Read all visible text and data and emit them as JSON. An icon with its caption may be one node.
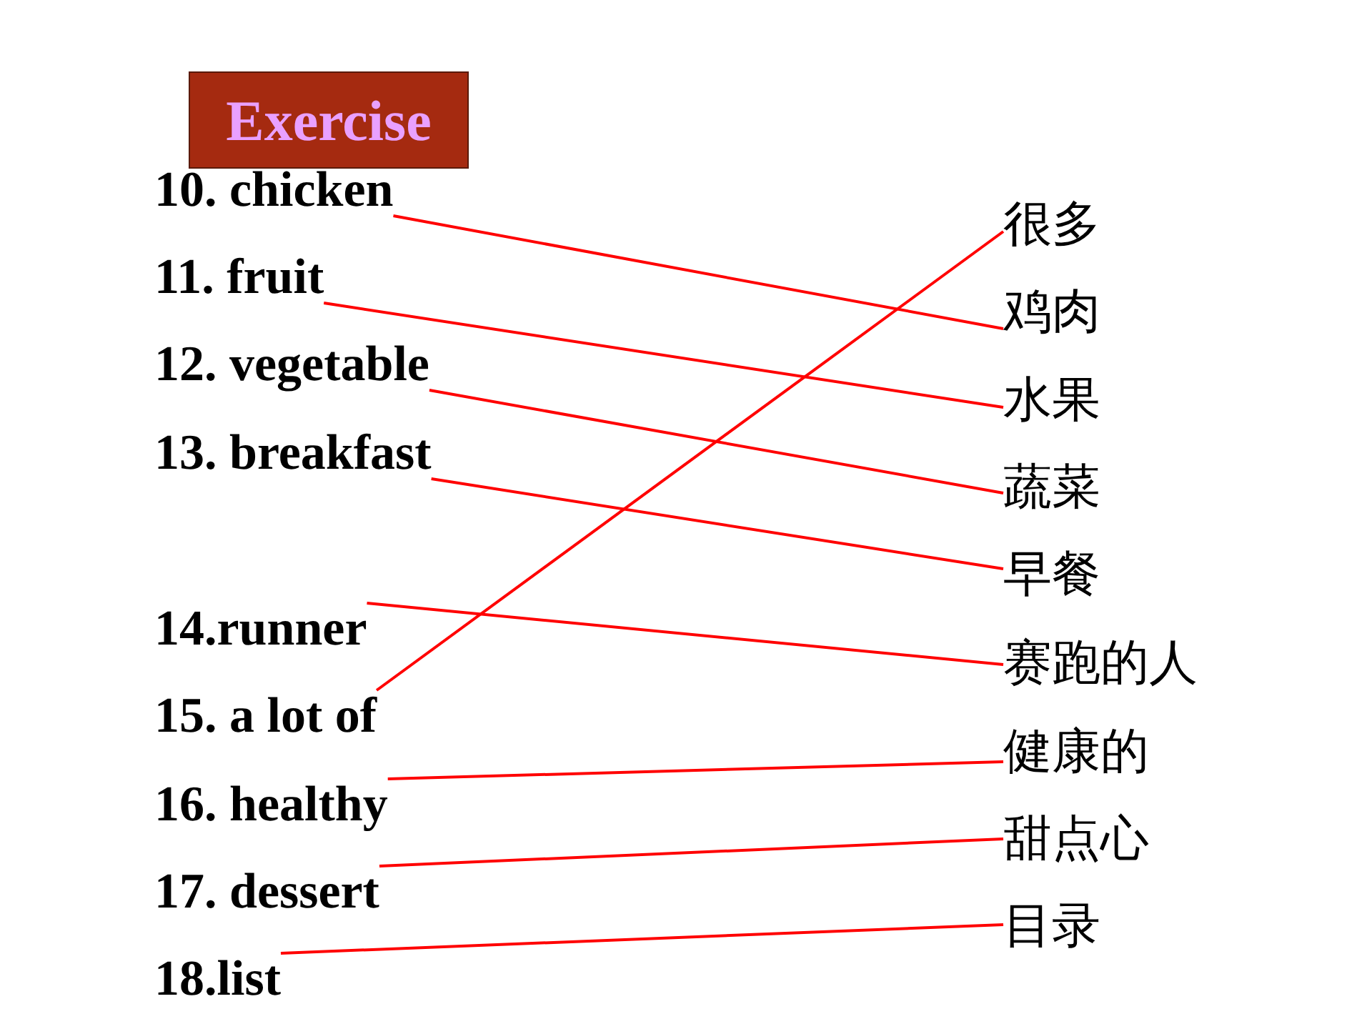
{
  "diagram": {
    "title": "Exercise",
    "nodes": [
      {
        "text": [
          "10. chicken"
        ]
      },
      {
        "text": [
          "11. fruit"
        ]
      },
      {
        "text": [
          "12. vegetable"
        ]
      },
      {
        "text": [
          "13. breakfast"
        ]
      },
      {
        "text": [
          "14.runner"
        ]
      },
      {
        "text": [
          "15. a lot of"
        ]
      },
      {
        "text": [
          "16. healthy"
        ]
      },
      {
        "text": [
          "17. dessert"
        ]
      },
      {
        "text": [
          "18.list"
        ]
      },
      {
        "text": [
          "很多"
        ]
      },
      {
        "text": [
          "鸡肉"
        ]
      },
      {
        "text": [
          "水果"
        ]
      },
      {
        "text": [
          "蔬菜"
        ]
      },
      {
        "text": [
          "早餐"
        ]
      },
      {
        "text": [
          "赛跑的人"
        ]
      },
      {
        "text": [
          "健康的"
        ]
      },
      {
        "text": [
          "甜点心"
        ]
      },
      {
        "text": [
          "目录"
        ]
      }
    ],
    "edges": [
      {
        "from": 0,
        "to": 10,
        "arrow": "none",
        "color": "#ff0000"
      },
      {
        "from": 1,
        "to": 11,
        "arrow": "none",
        "color": "#ff0000"
      },
      {
        "from": 2,
        "to": 12,
        "arrow": "none",
        "color": "#ff0000"
      },
      {
        "from": 3,
        "to": 13,
        "arrow": "none",
        "color": "#ff0000"
      },
      {
        "from": 4,
        "to": 14,
        "arrow": "none",
        "color": "#ff0000"
      },
      {
        "from": 5,
        "to": 9,
        "arrow": "none",
        "color": "#ff0000"
      },
      {
        "from": 6,
        "to": 15,
        "arrow": "none",
        "color": "#ff0000"
      },
      {
        "from": 7,
        "to": 16,
        "arrow": "none",
        "color": "#ff0000"
      },
      {
        "from": 8,
        "to": 17,
        "arrow": "none",
        "color": "#ff0000"
      }
    ]
  }
}
